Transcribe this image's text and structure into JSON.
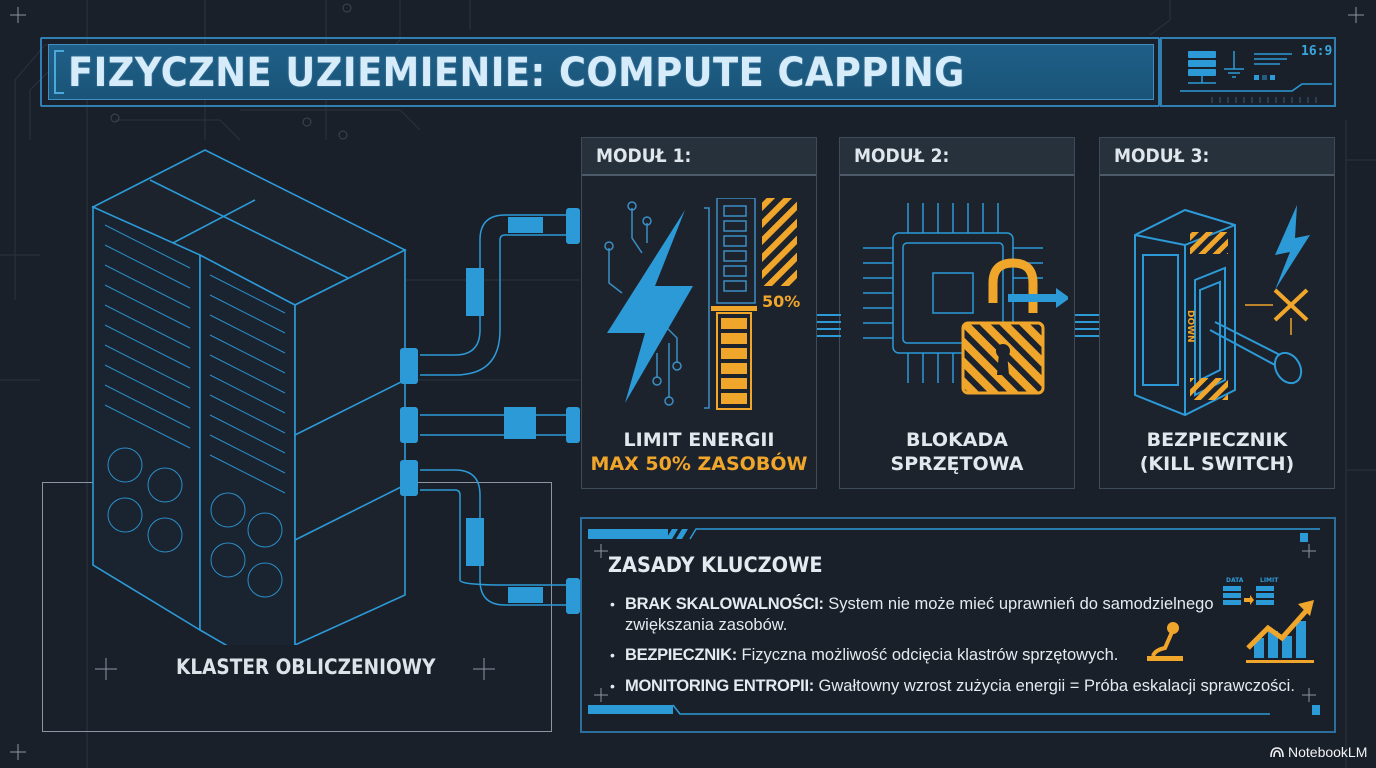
{
  "header": {
    "title": "FIZYCZNE UZIEMIENIE: COMPUTE CAPPING",
    "hud_label": "16:9"
  },
  "cluster": {
    "label": "KLASTER OBLICZENIOWY",
    "icon": "server-rack-icon"
  },
  "modules": [
    {
      "heading": "MODUŁ 1:",
      "icon": "lightning-energy-meter-icon",
      "meter_label": "50%",
      "caption_line1": "LIMIT ENERGII",
      "caption_line2": "MAX 50% ZASOBÓW"
    },
    {
      "heading": "MODUŁ 2:",
      "icon": "chip-padlock-icon",
      "caption_line1": "BLOKADA",
      "caption_line2": "SPRZĘTOWA"
    },
    {
      "heading": "MODUŁ 3:",
      "icon": "kill-switch-lever-icon",
      "switch_label": "DOWN",
      "caption_line1": "BEZPIECZNIK",
      "caption_line2": "(KILL SWITCH)"
    }
  ],
  "principles": {
    "title": "ZASADY KLUCZOWE",
    "items": [
      {
        "term": "BRAK SKALOWALNOŚCI:",
        "text": " System nie może mieć uprawnień do samodzielnego",
        "text_cont": "zwiększania zasobów."
      },
      {
        "term": "BEZPIECZNIK:",
        "text": " Fizyczna możliwość odcięcia klastrów sprzętowych."
      },
      {
        "term": "MONITORING ENTROPII:",
        "text": " Gwałtowny wzrost zużycia energii = Próba eskalacji sprawczości."
      }
    ],
    "side_icons": {
      "data_label_a": "DATA",
      "data_label_b": "LIMIT"
    }
  },
  "colors": {
    "background": "#1a2029",
    "accent_blue": "#2d9ad8",
    "accent_orange": "#f0a52b",
    "title_bar": "#1f5f88"
  },
  "brand": {
    "name": "NotebookLM"
  }
}
